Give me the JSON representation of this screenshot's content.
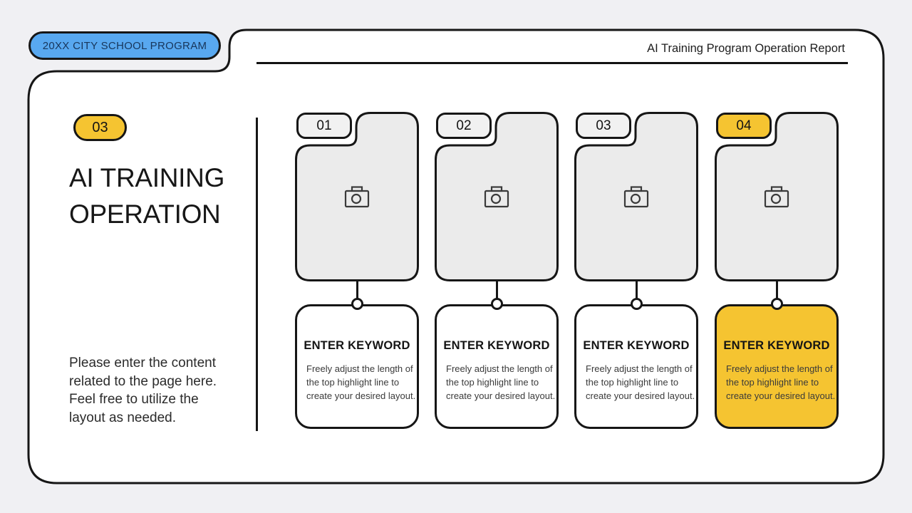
{
  "slide": {
    "background_color": "#f0f0f3",
    "panel_fill": "#ffffff",
    "outline_color": "#161616",
    "accent_blue": "#58a8f0",
    "accent_yellow": "#f5c431",
    "placeholder_gray": "#ebebeb"
  },
  "header": {
    "badge_label": "20XX CITY SCHOOL PROGRAM",
    "report_title": "AI Training Program Operation Report"
  },
  "sidebar": {
    "section_number": "03",
    "title_lines": [
      "AI TRAINING",
      "OPERATION"
    ],
    "description_lines": [
      "Please enter the content",
      "related to the page here.",
      "Feel free to utilize the",
      "layout as needed."
    ]
  },
  "columns": [
    {
      "number": "01",
      "keyword": "ENTER KEYWORD",
      "desc": [
        "Freely adjust the length of",
        "the top highlight line to",
        "create your desired layout."
      ],
      "placeholder_icon": "camera-icon",
      "highlighted": false
    },
    {
      "number": "02",
      "keyword": "ENTER KEYWORD",
      "desc": [
        "Freely adjust the length of",
        "the top highlight line to",
        "create your desired layout."
      ],
      "placeholder_icon": "camera-icon",
      "highlighted": false
    },
    {
      "number": "03",
      "keyword": "ENTER KEYWORD",
      "desc": [
        "Freely adjust the length of",
        "the top highlight line to",
        "create your desired layout."
      ],
      "placeholder_icon": "camera-icon",
      "highlighted": false
    },
    {
      "number": "04",
      "keyword": "ENTER KEYWORD",
      "desc": [
        "Freely adjust the length of",
        "the top highlight line to",
        "create your desired layout."
      ],
      "placeholder_icon": "camera-icon",
      "highlighted": true
    }
  ]
}
